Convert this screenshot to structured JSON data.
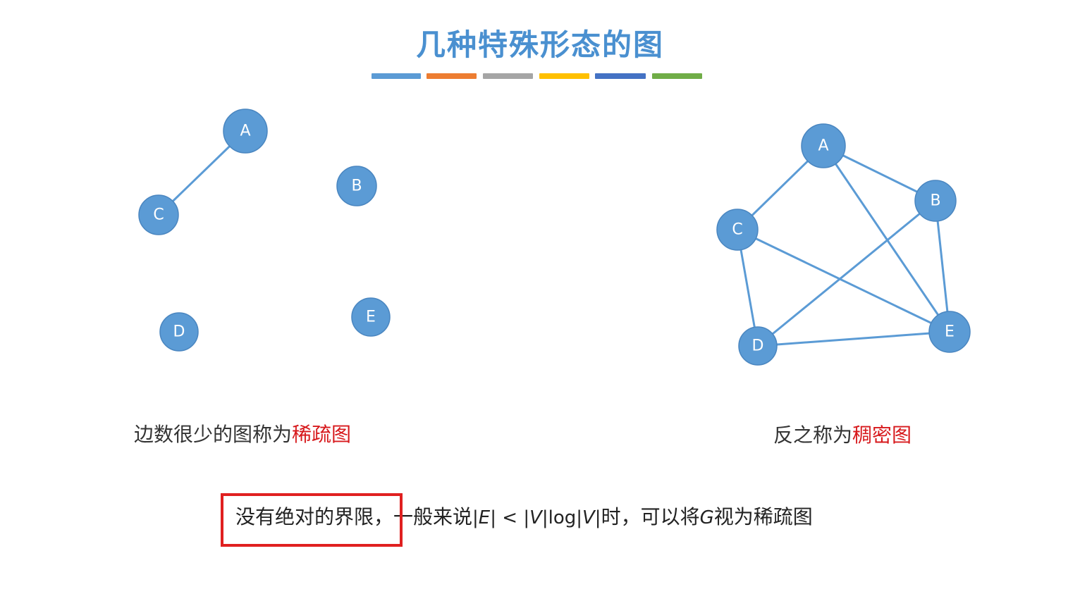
{
  "title": "几种特殊形态的图",
  "accent_colors": [
    "#5b9bd5",
    "#ed7d31",
    "#a5a5a5",
    "#ffc000",
    "#4472c4",
    "#70ad47"
  ],
  "graph_colors": {
    "node": "#5b9bd5",
    "edge": "#5b9bd5",
    "highlight_text": "#d7191c",
    "box": "#e02020"
  },
  "sparse_graph": {
    "nodes": [
      "A",
      "B",
      "C",
      "D",
      "E"
    ],
    "edges": [
      [
        "A",
        "C"
      ]
    ],
    "caption_prefix": "边数很少的图称为",
    "caption_term": "稀疏图"
  },
  "dense_graph": {
    "nodes": [
      "A",
      "B",
      "C",
      "D",
      "E"
    ],
    "edges": [
      [
        "A",
        "B"
      ],
      [
        "A",
        "C"
      ],
      [
        "A",
        "E"
      ],
      [
        "B",
        "D"
      ],
      [
        "B",
        "E"
      ],
      [
        "C",
        "D"
      ],
      [
        "C",
        "E"
      ],
      [
        "D",
        "E"
      ]
    ],
    "caption_prefix": "反之称为",
    "caption_term": "稠密图"
  },
  "note": {
    "boxed": "没有绝对的界限，",
    "general": "一般来说",
    "formula_E": "|E|",
    "formula_lt": " < ",
    "formula_V1": "|V|",
    "formula_log": "log",
    "formula_V2": "|V|",
    "when": "时，可以将",
    "G": "G",
    "conclusion": "视为稀疏图"
  }
}
